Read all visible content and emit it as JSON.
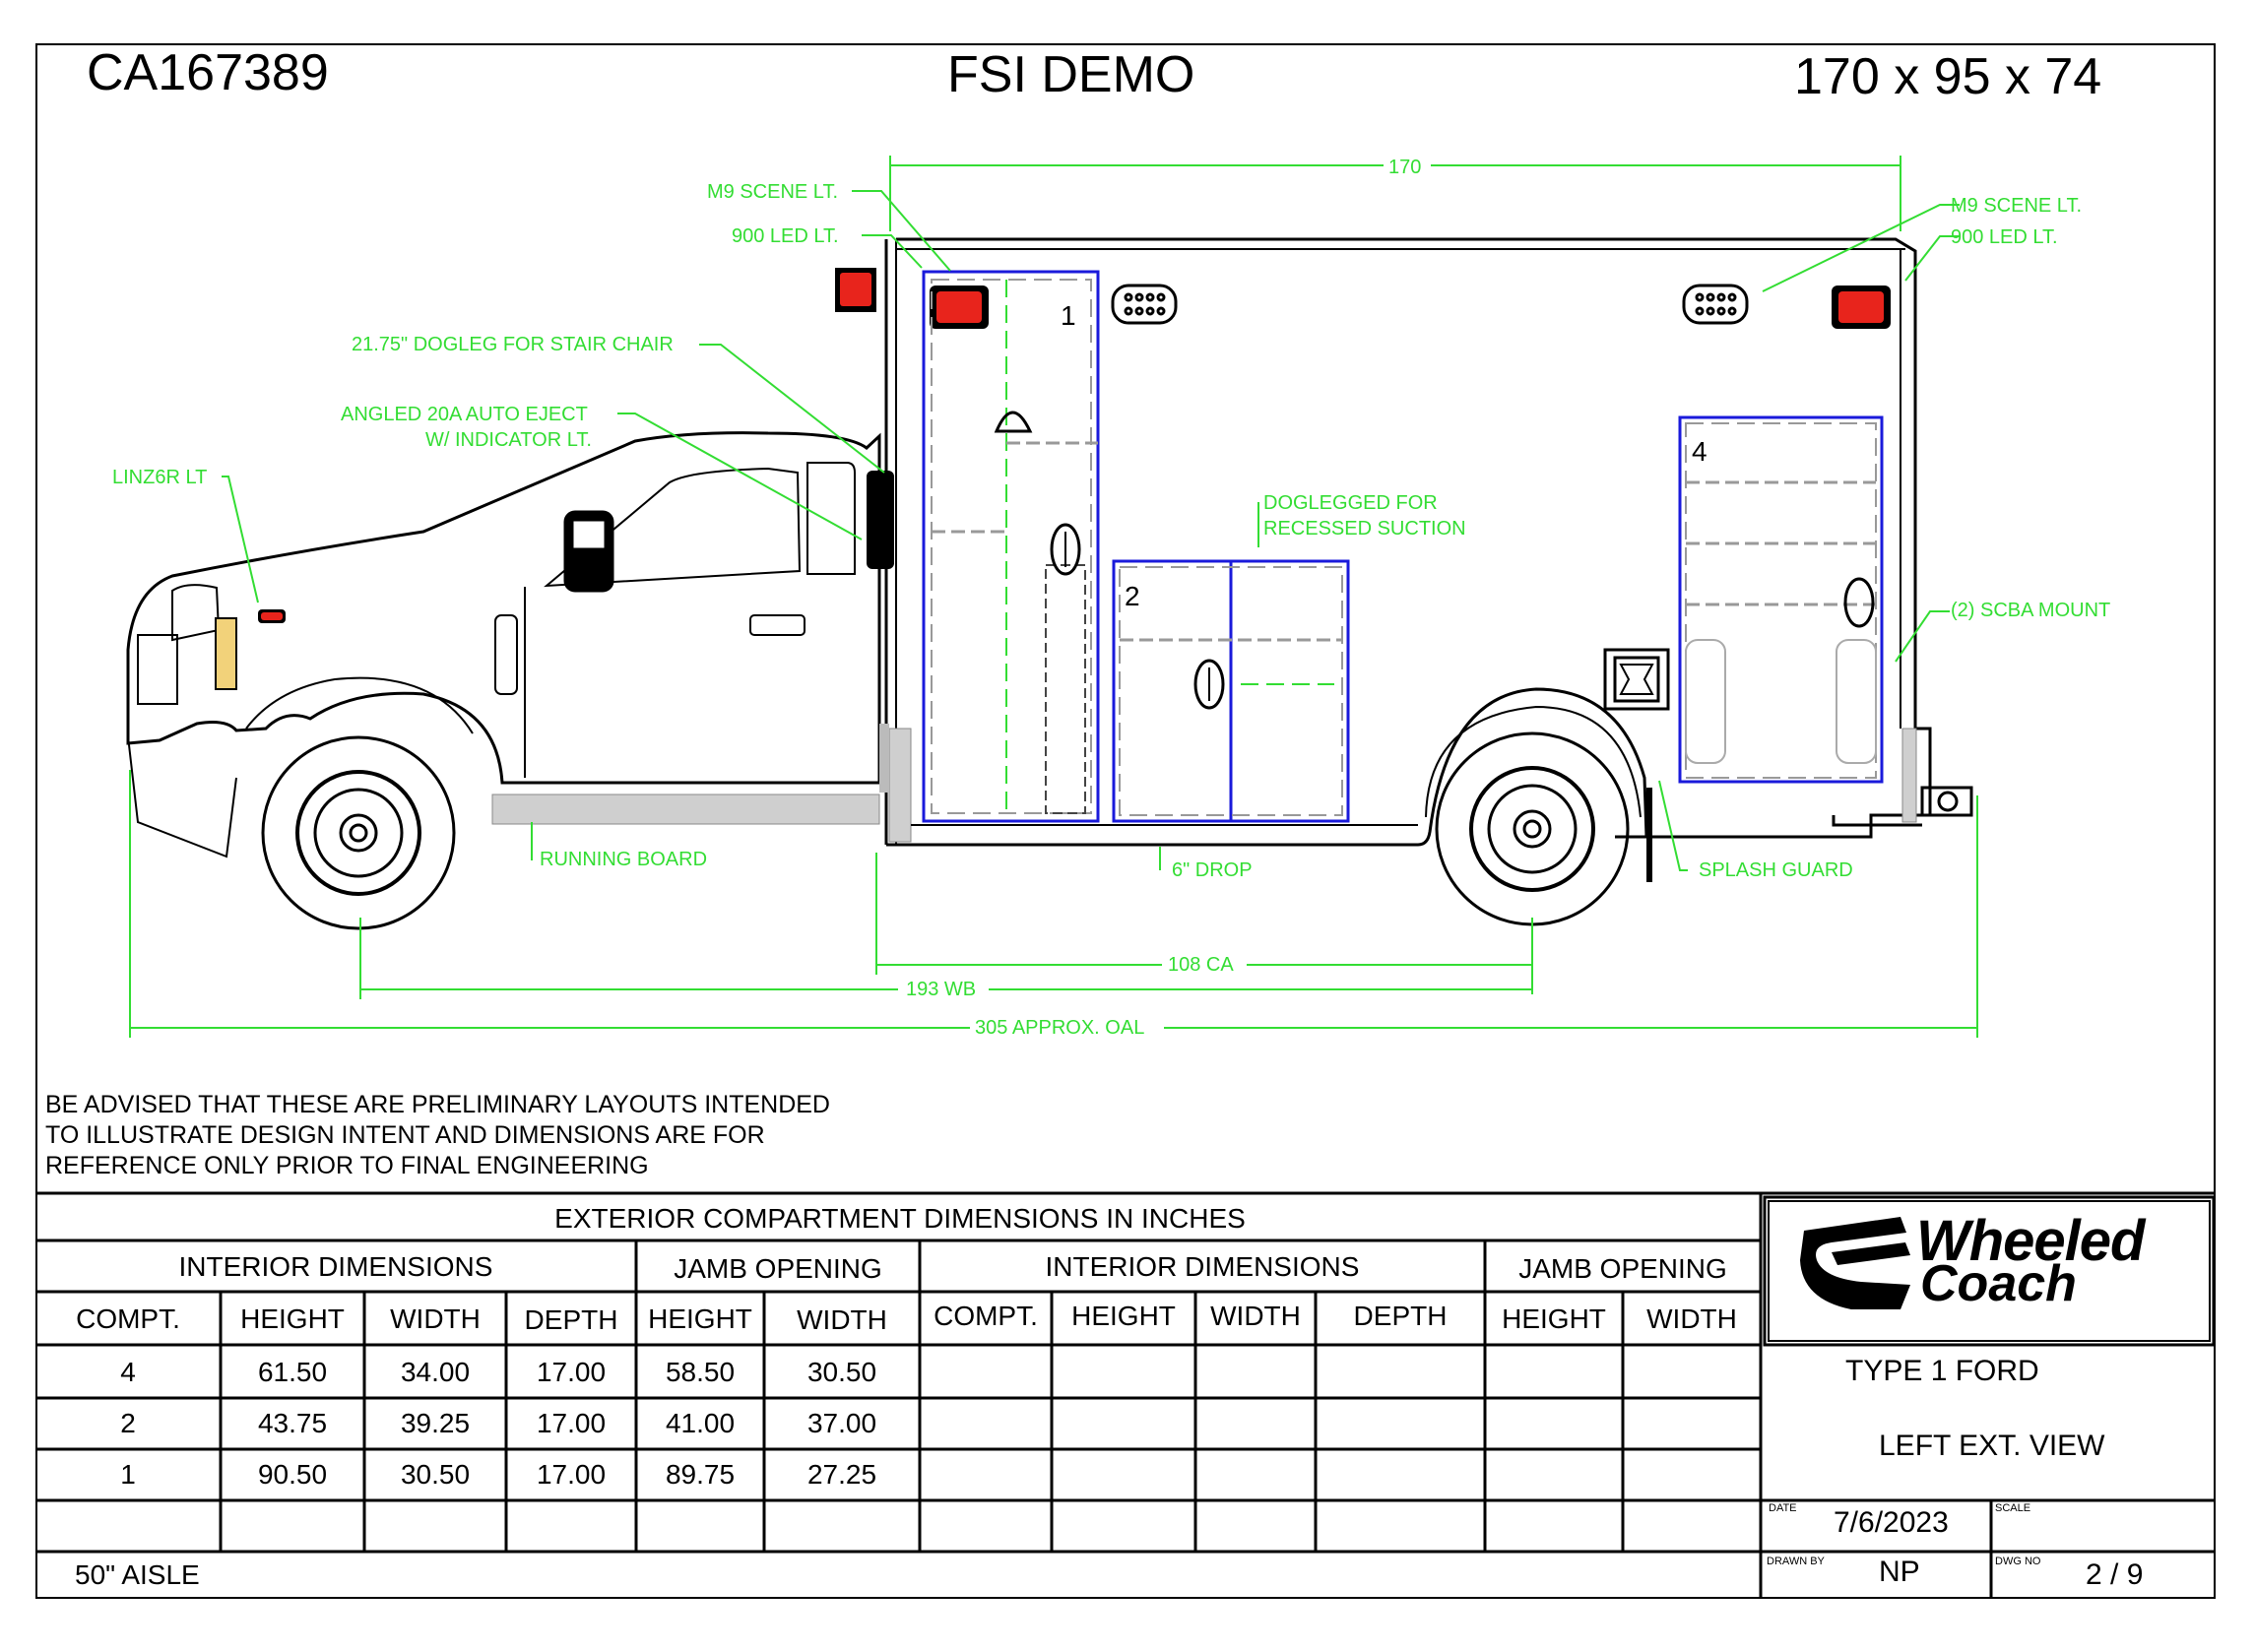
{
  "header": {
    "job_number": "CA167389",
    "customer": "FSI DEMO",
    "body_size": "170 x 95 x 74"
  },
  "callouts": {
    "m9_scene_left": "M9 SCENE LT.",
    "led_900_left": "900 LED LT.",
    "m9_scene_right": "M9 SCENE LT.",
    "led_900_right": "900 LED LT.",
    "dogleg_stair_chair": "21.75\" DOGLEG FOR STAIR CHAIR",
    "auto_eject_1": "ANGLED 20A AUTO EJECT",
    "auto_eject_2": "W/ INDICATOR LT.",
    "linz6r": "LINZ6R LT",
    "doglegged_1": "DOGLEGGED FOR",
    "doglegged_2": "RECESSED SUCTION",
    "scba_mount": "(2) SCBA MOUNT",
    "running_board": "RUNNING BOARD",
    "drop": "6\" DROP",
    "splash_guard": "SPLASH GUARD"
  },
  "dimensions": {
    "body_length": "170",
    "cab_to_axle": "108 CA",
    "wheelbase": "193 WB",
    "overall_length": "305 APPROX. OAL"
  },
  "compartment_numbers": [
    "1",
    "2",
    "4"
  ],
  "disclaimer": [
    "BE ADVISED THAT THESE ARE PRELIMINARY LAYOUTS INTENDED",
    "TO ILLUSTRATE DESIGN INTENT AND DIMENSIONS  ARE FOR",
    "REFERENCE ONLY PRIOR TO FINAL ENGINEERING"
  ],
  "table": {
    "title": "EXTERIOR COMPARTMENT DIMENSIONS IN INCHES",
    "group_interior": "INTERIOR DIMENSIONS",
    "group_jamb": "JAMB OPENING",
    "col_compt": "COMPT.",
    "col_height": "HEIGHT",
    "col_width": "WIDTH",
    "col_depth": "DEPTH",
    "rows": [
      {
        "compt": "4",
        "h": "61.50",
        "w": "34.00",
        "d": "17.00",
        "jh": "58.50",
        "jw": "30.50"
      },
      {
        "compt": "2",
        "h": "43.75",
        "w": "39.25",
        "d": "17.00",
        "jh": "41.00",
        "jw": "37.00"
      },
      {
        "compt": "1",
        "h": "90.50",
        "w": "30.50",
        "d": "17.00",
        "jh": "89.75",
        "jw": "27.25"
      }
    ],
    "aisle_note": "50\" AISLE"
  },
  "title_block": {
    "logo_line1": "Wheeled",
    "logo_line2": "Coach",
    "model": "TYPE 1 FORD",
    "view": "LEFT EXT. VIEW",
    "date_label": "DATE",
    "date": "7/6/2023",
    "scale_label": "SCALE",
    "drawn_by_label": "DRAWN BY",
    "drawn_by": "NP",
    "dwg_no_label": "DWG NO",
    "dwg_no": "2 / 9"
  },
  "colors": {
    "callout": "#33dd33",
    "outline": "#000000",
    "compartment": "#1a1adb",
    "marker_light": "#e8241c"
  }
}
